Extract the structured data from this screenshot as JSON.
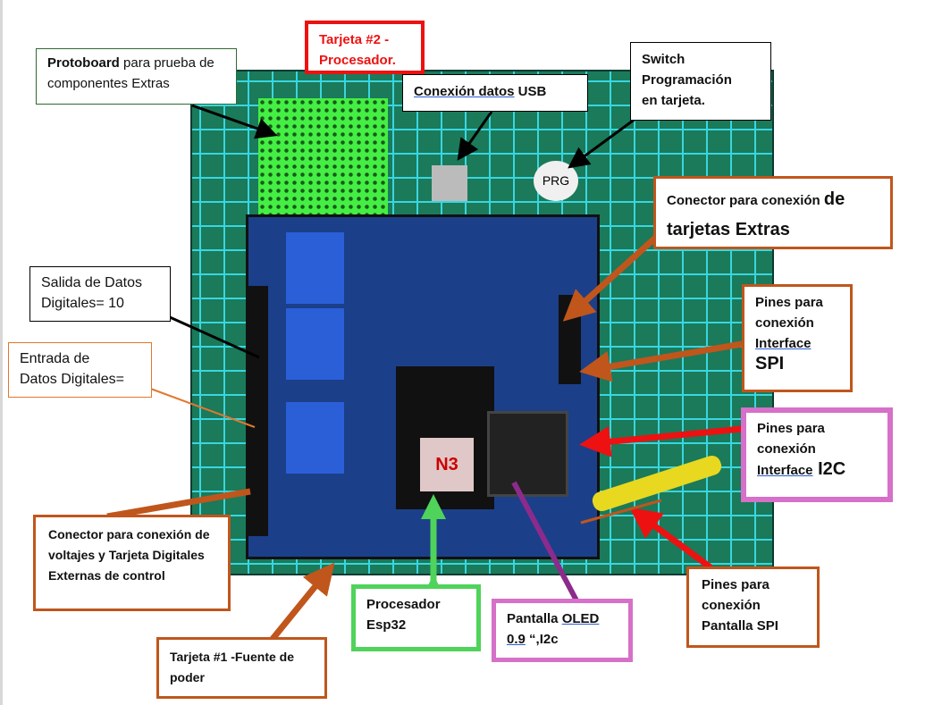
{
  "labels": {
    "protoboard": {
      "bold": "Protoboard",
      "rest": " para prueba de componentes Extras"
    },
    "tarjeta2": {
      "line1": "Tarjeta #2 -",
      "line2": "Procesador."
    },
    "usb": {
      "underlined": "Conexión  datos",
      "rest": " USB"
    },
    "switch": {
      "line1": "Switch",
      "line2": "Programación",
      "line3": "en tarjeta."
    },
    "conector_extras": {
      "line1a": "Conector para conexión ",
      "line1b": "de",
      "line2": "tarjetas Extras"
    },
    "salida": {
      "line1": "Salida de Datos",
      "line2": "Digitales= 10"
    },
    "entrada": {
      "line1": "Entrada de",
      "line2": "Datos Digitales="
    },
    "spi": {
      "line1": "Pines para",
      "line2": "conexión",
      "line3": "Interface",
      "line4": "SPI"
    },
    "i2c": {
      "line1": "Pines para",
      "line2": "conexión",
      "line3a": "Interface",
      "line3b": " I2C"
    },
    "conector_voltajes": {
      "text": "Conector para conexión de voltajes y Tarjeta Digitales Externas de control"
    },
    "tarjeta1": {
      "text": "Tarjeta #1 -Fuente de poder"
    },
    "esp32": {
      "line1": "Procesador",
      "line2": "Esp32"
    },
    "oled": {
      "a": "Pantalla ",
      "b": "OLED ",
      "c": "0.9",
      "d": " “,I2c"
    },
    "pantalla_spi": {
      "line1": "Pines para",
      "line2": "conexión",
      "line3": "Pantalla SPI"
    }
  },
  "photo": {
    "switch_text": "PRG",
    "chip_text": "N3"
  },
  "colors": {
    "brown": "#c0561c",
    "red": "#ee1111",
    "pink": "#d670c8",
    "green": "#4fd35a",
    "darkgreen": "#2e6b2e",
    "purple": "#8c2b8c"
  }
}
